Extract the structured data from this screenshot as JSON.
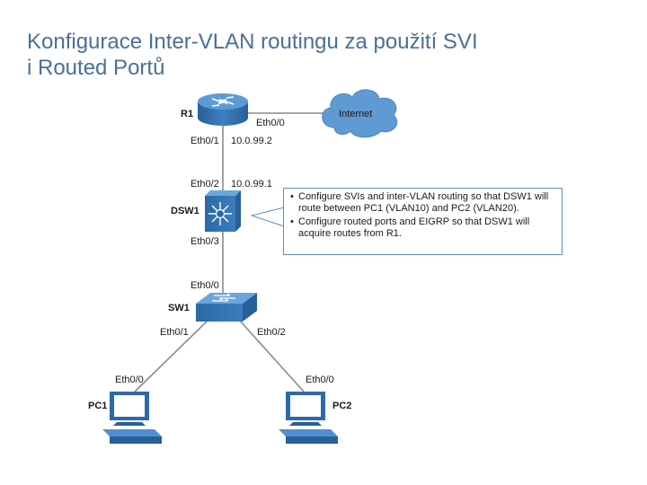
{
  "title": {
    "line1": "Konfigurace Inter-VLAN routingu za použití SVI",
    "line2": "i Routed Portů"
  },
  "devices": {
    "r1": {
      "label": "R1",
      "icon": "router-icon"
    },
    "internet": {
      "label": "Internet",
      "icon": "cloud-icon"
    },
    "dsw1": {
      "label": "DSW1",
      "icon": "multilayer-switch-icon"
    },
    "sw1": {
      "label": "SW1",
      "icon": "switch-icon"
    },
    "pc1": {
      "label": "PC1",
      "icon": "pc-icon"
    },
    "pc2": {
      "label": "PC2",
      "icon": "pc-icon"
    }
  },
  "ports": {
    "r1_eth00": "Eth0/0",
    "r1_eth01": "Eth0/1",
    "r1_ip": "10.0.99.2",
    "dsw1_eth02": "Eth0/2",
    "dsw1_ip": "10.0.99.1",
    "dsw1_eth03": "Eth0/3",
    "sw1_eth00": "Eth0/0",
    "sw1_eth01": "Eth0/1",
    "sw1_eth02": "Eth0/2",
    "pc1_eth00": "Eth0/0",
    "pc2_eth00": "Eth0/0"
  },
  "callout": {
    "items": [
      "Configure SVIs and inter-VLAN routing so that DSW1 will route between PC1 (VLAN10) and PC2 (VLAN20).",
      "Configure routed ports and EIGRP so that DSW1 will acquire routes from R1."
    ]
  },
  "colors": {
    "device_blue": "#2c6aa8",
    "device_light": "#5a9bd5",
    "cloud_fill": "#5f9ad3",
    "title": "#4a6f9a",
    "link": "#8a8a8a"
  }
}
